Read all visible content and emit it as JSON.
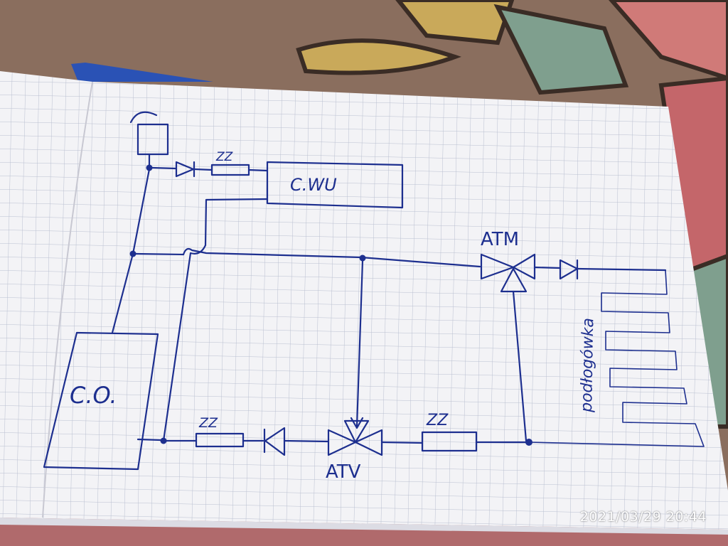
{
  "labels": {
    "unit_cwu": "C.WU",
    "unit_co": "C.O.",
    "valve_atm": "ATM",
    "valve_atv": "ATV",
    "check_valve_symbol_top": "ZZ",
    "check_valve_symbol_bottom_left": "ZZ",
    "check_valve_symbol_bottom_right": "ZZ",
    "radiators": "podłogówka"
  },
  "timestamp": "2021/03/29  20:44",
  "colors": {
    "ink": "#1d2f8f",
    "paper": "#f3f3f6",
    "grid": "#b9bfd0",
    "fabric": "#8a6e5e"
  }
}
